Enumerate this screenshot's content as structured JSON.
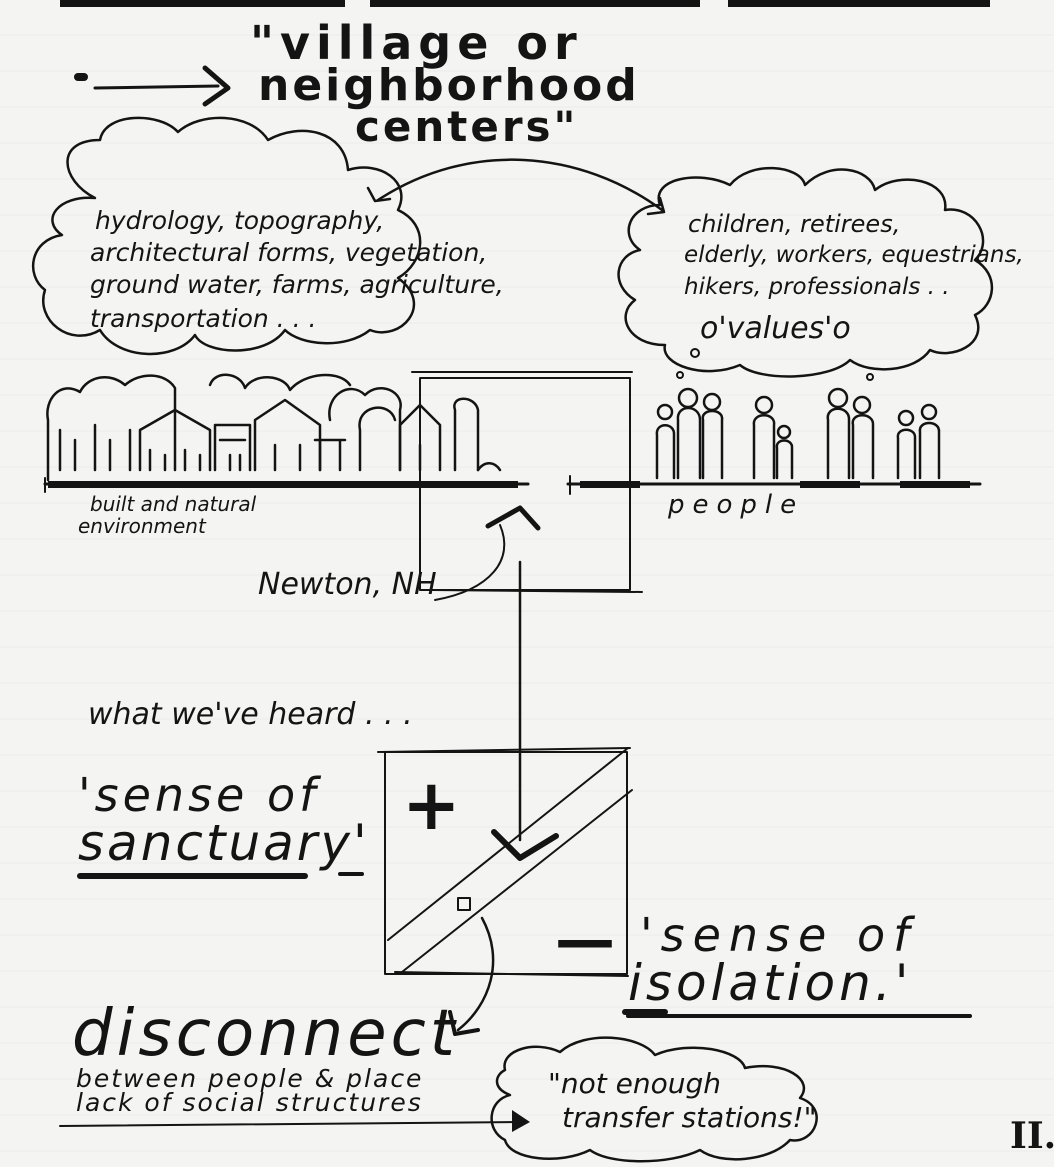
{
  "title": {
    "line1": "\"village or",
    "line2": "neighborhood",
    "line3": "centers\""
  },
  "environment_cloud": {
    "line1": "hydrology, topography,",
    "line2": "architectural forms, vegetation,",
    "line3": "ground water, farms, agriculture,",
    "line4": "transportation . . ."
  },
  "people_cloud": {
    "line1": "children, retirees,",
    "line2": "elderly, workers, equestrians,",
    "line3": "hikers, professionals . .",
    "values": "o'values'o"
  },
  "labels": {
    "built_line1": "built and natural",
    "built_line2": "environment",
    "people": "people",
    "newton": "Newton, NH"
  },
  "heard": {
    "intro": "what we've heard . . .",
    "sanctuary_line1": "'sense of",
    "sanctuary_line2": "sanctuary'",
    "plus": "+",
    "minus": "—",
    "isolation_line1": "'sense of",
    "isolation_line2": "isolation.'"
  },
  "disconnect": {
    "title": "disconnect",
    "line1": "between people & place",
    "line2": "lack of social structures"
  },
  "quote": {
    "line1": "\"not enough",
    "line2": "transfer stations!\""
  },
  "page_number": "II."
}
